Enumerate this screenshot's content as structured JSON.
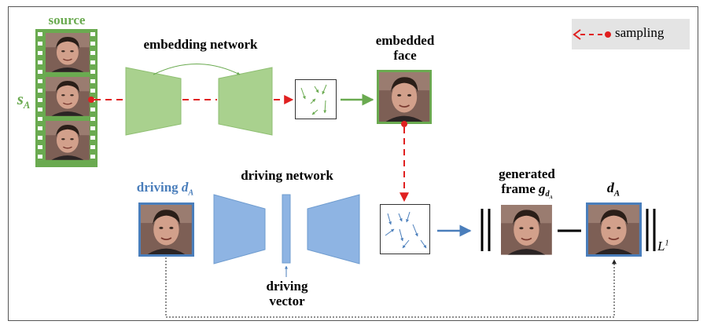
{
  "labels": {
    "source": "source",
    "s_main": "s",
    "s_sub": "A",
    "embedding_network": "embedding network",
    "embedded_face_1": "embedded",
    "embedded_face_2": "face",
    "driving_main": "driving ",
    "driving_d": "d",
    "driving_sub": "A",
    "driving_network": "driving network",
    "driving_vector_1": "driving",
    "driving_vector_2": "vector",
    "generated_1": "generated",
    "generated_2": "frame ",
    "generated_g": "g",
    "generated_sub_d": "d",
    "generated_sub_a": "A",
    "target_d": "d",
    "target_sub": "A",
    "norm_L": "L",
    "norm_sup": "1",
    "legend": "sampling"
  },
  "colors": {
    "green": "#6aaa50",
    "green_fill": "#a9d18e",
    "blue": "#4a7ebb",
    "blue_fill": "#8eb4e3",
    "red": "#e02020",
    "skin": "#c99a86",
    "hair": "#2a1e18",
    "bg_face": "#8a6a5e"
  }
}
